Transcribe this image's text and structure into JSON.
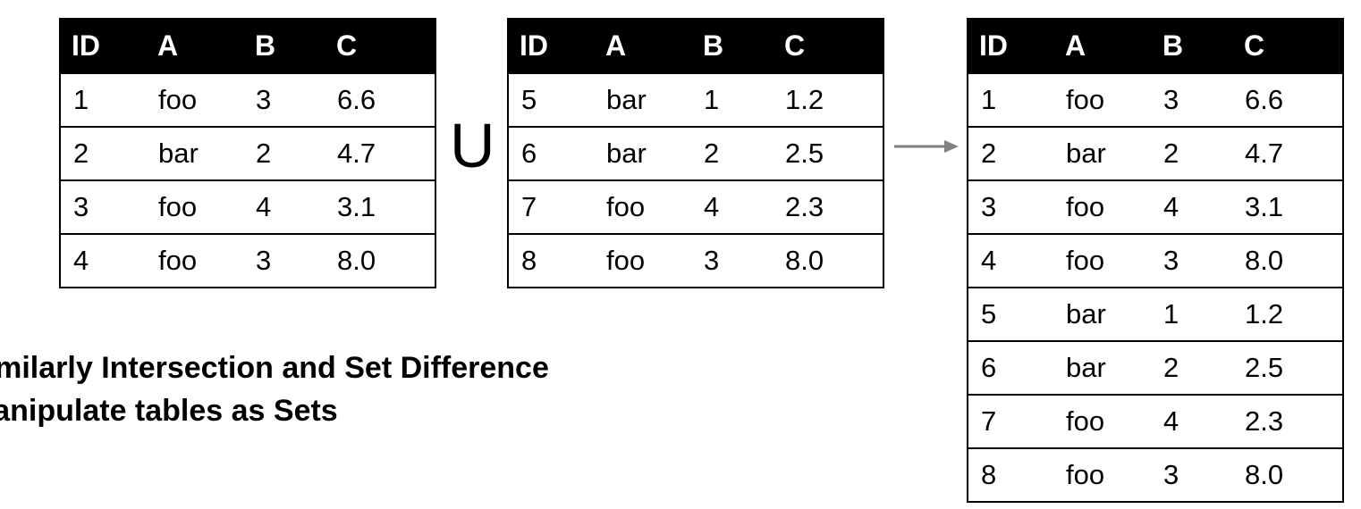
{
  "headers": [
    "ID",
    "A",
    "B",
    "C"
  ],
  "left_table": {
    "rows": [
      [
        "1",
        "foo",
        "3",
        "6.6"
      ],
      [
        "2",
        "bar",
        "2",
        "4.7"
      ],
      [
        "3",
        "foo",
        "4",
        "3.1"
      ],
      [
        "4",
        "foo",
        "3",
        "8.0"
      ]
    ]
  },
  "middle_table": {
    "rows": [
      [
        "5",
        "bar",
        "1",
        "1.2"
      ],
      [
        "6",
        "bar",
        "2",
        "2.5"
      ],
      [
        "7",
        "foo",
        "4",
        "2.3"
      ],
      [
        "8",
        "foo",
        "3",
        "8.0"
      ]
    ]
  },
  "result_table": {
    "rows": [
      [
        "1",
        "foo",
        "3",
        "6.6"
      ],
      [
        "2",
        "bar",
        "2",
        "4.7"
      ],
      [
        "3",
        "foo",
        "4",
        "3.1"
      ],
      [
        "4",
        "foo",
        "3",
        "8.0"
      ],
      [
        "5",
        "bar",
        "1",
        "1.2"
      ],
      [
        "6",
        "bar",
        "2",
        "2.5"
      ],
      [
        "7",
        "foo",
        "4",
        "2.3"
      ],
      [
        "8",
        "foo",
        "3",
        "8.0"
      ]
    ]
  },
  "operator_symbol": "U",
  "arrow_icon": "right-arrow-icon",
  "arrow_color": "#808080",
  "caption": {
    "line1": "Similarly Intersection and Set Difference",
    "line2": "manipulate tables as Sets"
  }
}
